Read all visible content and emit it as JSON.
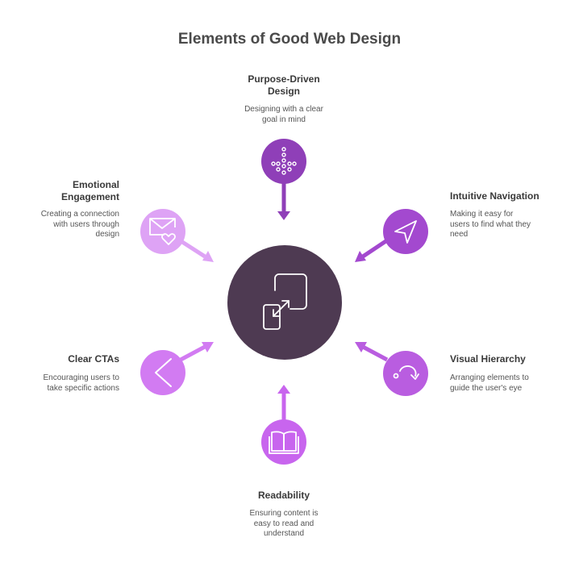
{
  "title": "Elements of Good Web Design",
  "colors": {
    "center": "#4e3a52",
    "purpose": "#8f3fb8",
    "navigation": "#a349cf",
    "hierarchy": "#b95de0",
    "readability": "#c865ee",
    "ctas": "#d27bf2",
    "emotional": "#dea3f5"
  },
  "center_icon": "resize-arrows-icon",
  "nodes": [
    {
      "id": "purpose",
      "title": "Purpose-Driven Design",
      "title_lines": [
        "Purpose-Driven",
        "Design"
      ],
      "description": [
        "Designing with a clear",
        "goal in mind"
      ],
      "icon": "hierarchy-dots-icon"
    },
    {
      "id": "navigation",
      "title": "Intuitive Navigation",
      "description": [
        "Making it easy for",
        "users to find what they",
        "need"
      ],
      "icon": "navigation-arrow-icon"
    },
    {
      "id": "hierarchy",
      "title": "Visual Hierarchy",
      "description": [
        "Arranging elements to",
        "guide the user's eye"
      ],
      "icon": "curved-arrow-icon"
    },
    {
      "id": "readability",
      "title": "Readability",
      "description": [
        "Ensuring content is",
        "easy to read and",
        "understand"
      ],
      "icon": "open-book-icon"
    },
    {
      "id": "ctas",
      "title": "Clear CTAs",
      "description": [
        "Encouraging users to",
        "take specific actions"
      ],
      "icon": "chevron-left-icon"
    },
    {
      "id": "emotional",
      "title": "Emotional Engagement",
      "title_lines": [
        "Emotional",
        "Engagement"
      ],
      "description": [
        "Creating a connection",
        "with users through",
        "design"
      ],
      "icon": "envelope-heart-icon"
    }
  ]
}
